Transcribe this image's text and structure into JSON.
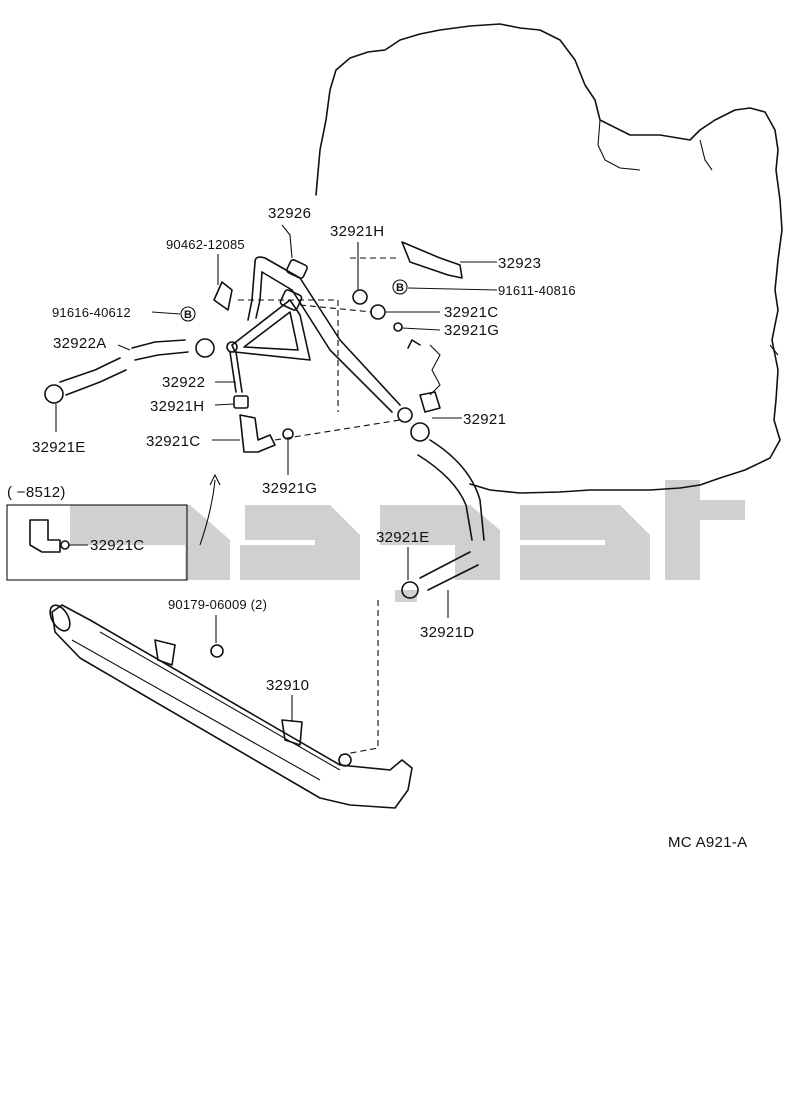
{
  "diagram": {
    "code": "MC  A921-A",
    "watermark_text": "قطعه",
    "inset": {
      "range": "(      −8512)",
      "part": "32921C"
    },
    "callouts": [
      {
        "id": "c-32926",
        "text": "32926"
      },
      {
        "id": "c-32921H-top",
        "text": "32921H"
      },
      {
        "id": "c-90462",
        "text": "90462-12085"
      },
      {
        "id": "c-32923",
        "text": "32923"
      },
      {
        "id": "c-91611",
        "text": "91611-40816"
      },
      {
        "id": "c-91616",
        "text": "91616-40612"
      },
      {
        "id": "c-32921C-top",
        "text": "32921C"
      },
      {
        "id": "c-32921G-top",
        "text": "32921G"
      },
      {
        "id": "c-32922A",
        "text": "32922A"
      },
      {
        "id": "c-32922",
        "text": "32922"
      },
      {
        "id": "c-32921H-mid",
        "text": "32921H"
      },
      {
        "id": "c-32921",
        "text": "32921"
      },
      {
        "id": "c-32921C-mid",
        "text": "32921C"
      },
      {
        "id": "c-32921E-left",
        "text": "32921E"
      },
      {
        "id": "c-32921G-mid",
        "text": "32921G"
      },
      {
        "id": "c-32921E-right",
        "text": "32921E"
      },
      {
        "id": "c-90179",
        "text": "90179-06009 (2)"
      },
      {
        "id": "c-32921D",
        "text": "32921D"
      },
      {
        "id": "c-32910",
        "text": "32910"
      }
    ],
    "bolt_marker": "B"
  }
}
